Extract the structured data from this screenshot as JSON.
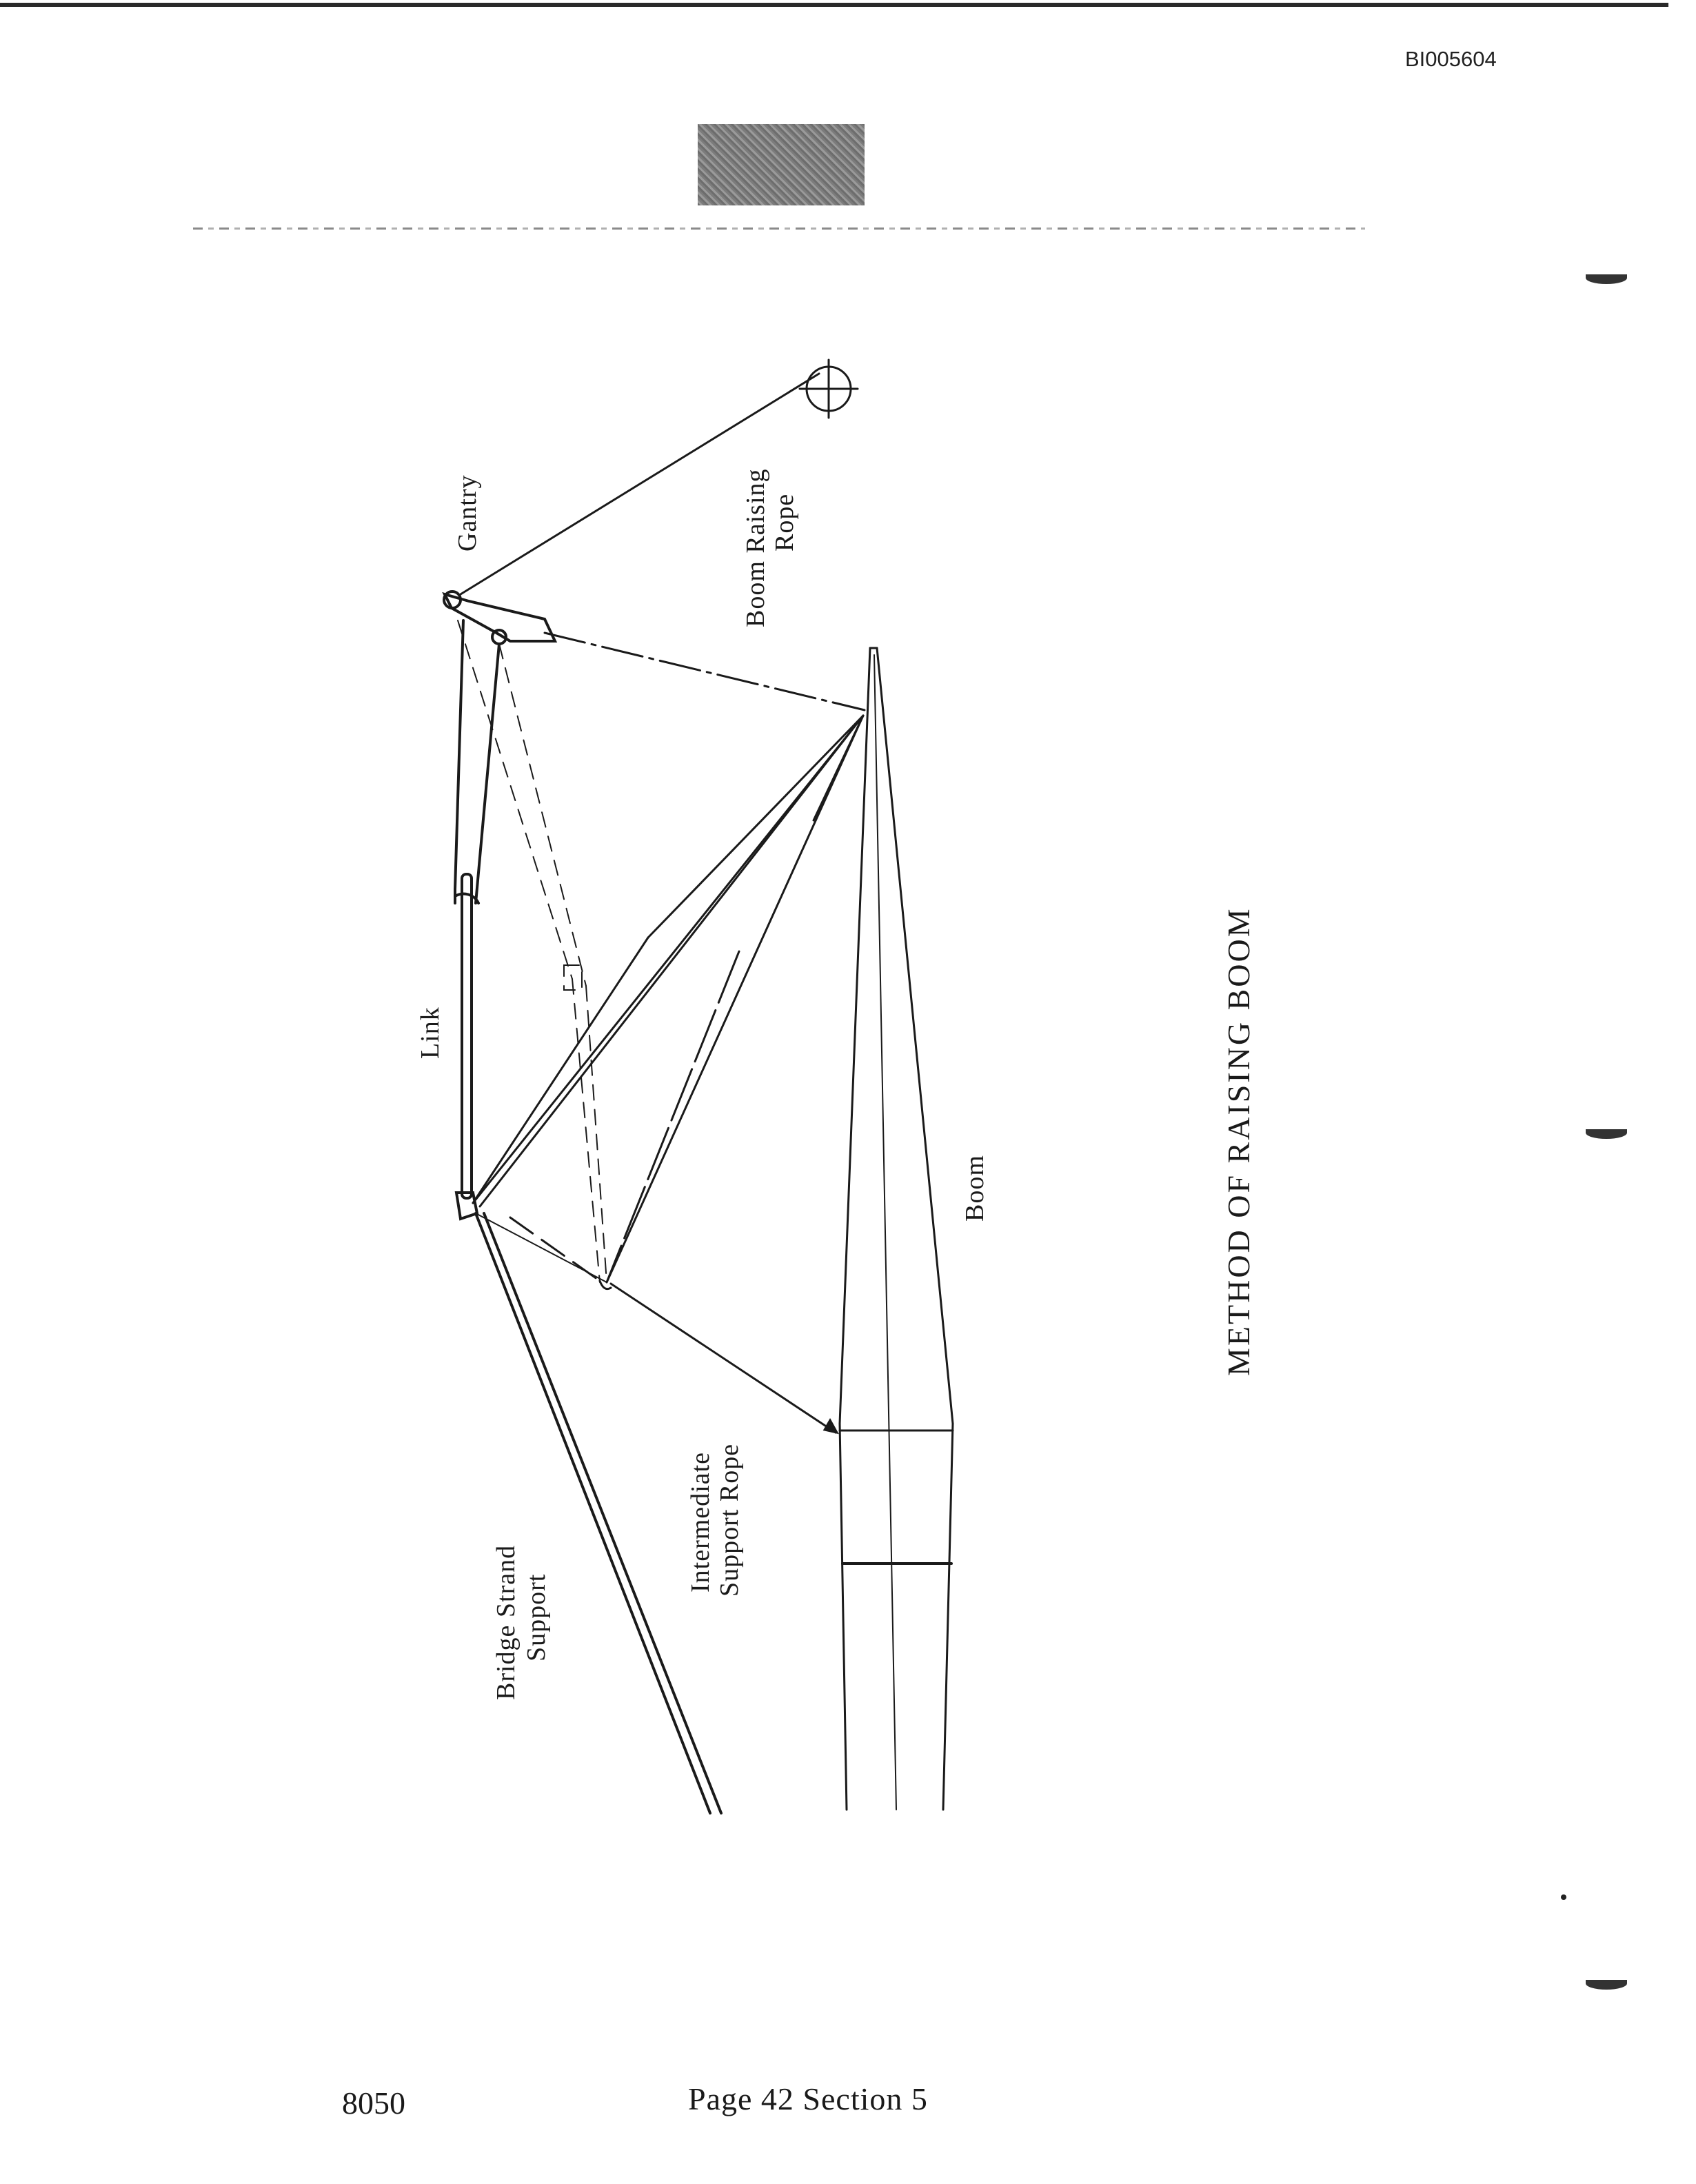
{
  "document": {
    "doc_id": "BI005604",
    "page_number": "8050",
    "page_label": "Page 42  Section 5"
  },
  "diagram": {
    "title": "METHOD OF RAISING BOOM",
    "labels": {
      "gantry": "Gantry",
      "boom_raising_rope_line1": "Boom Raising",
      "boom_raising_rope_line2": "Rope",
      "link": "Link",
      "boom": "Boom",
      "intermediate_support_rope_line1": "Intermediate",
      "intermediate_support_rope_line2": "Support Rope",
      "bridge_strand_support_line1": "Bridge Strand",
      "bridge_strand_support_line2": "Support"
    },
    "colors": {
      "ink": "#1a1a1a",
      "redaction": "#7a7a7a"
    }
  }
}
